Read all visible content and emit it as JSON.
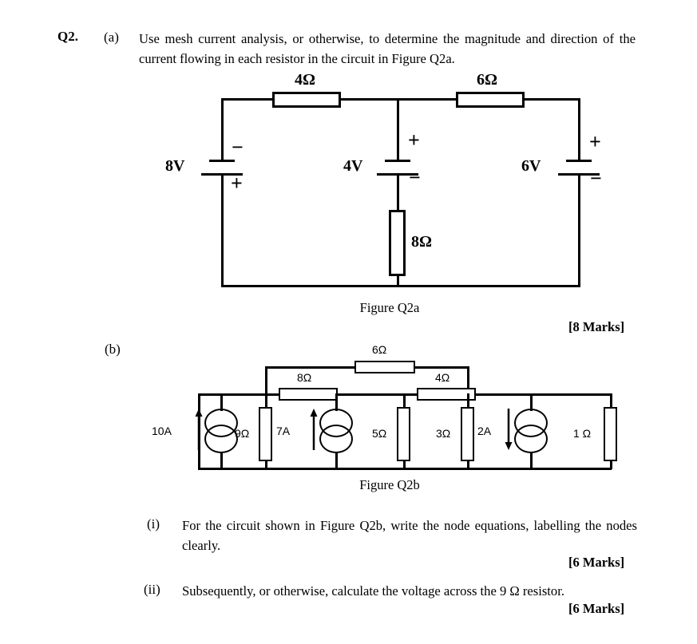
{
  "question": {
    "number": "Q2.",
    "part_a_label": "(a)",
    "part_a_text": "Use mesh current analysis, or otherwise, to determine the magnitude and direction of the current flowing in each resistor in the circuit in Figure Q2a.",
    "part_a_marks": "[8 Marks]",
    "part_b_label": "(b)",
    "part_b_i_label": "(i)",
    "part_b_i_text": "For the circuit shown in Figure Q2b, write the node equations, labelling the nodes clearly.",
    "part_b_i_marks": "[6 Marks]",
    "part_b_ii_label": "(ii)",
    "part_b_ii_text": "Subsequently, or otherwise, calculate the voltage across the 9 Ω resistor.",
    "part_b_ii_marks": "[6 Marks]"
  },
  "figure_a": {
    "caption": "Figure Q2a",
    "sources": [
      {
        "name": "8V",
        "label": "8V",
        "top_sign": "−",
        "bottom_sign": "+"
      },
      {
        "name": "4V",
        "label": "4V",
        "top_sign": "+",
        "bottom_sign": "−"
      },
      {
        "name": "6V",
        "label": "6V",
        "top_sign": "+",
        "bottom_sign": "−"
      }
    ],
    "resistors": [
      {
        "name": "R4",
        "label": "4Ω",
        "orientation": "horizontal"
      },
      {
        "name": "R6",
        "label": "6Ω",
        "orientation": "horizontal"
      },
      {
        "name": "R8",
        "label": "8Ω",
        "orientation": "vertical"
      }
    ]
  },
  "figure_b": {
    "caption": "Figure Q2b",
    "current_sources": [
      {
        "name": "I10",
        "label": "10A",
        "direction": "up"
      },
      {
        "name": "I7",
        "label": "7A",
        "direction": "up"
      },
      {
        "name": "I2",
        "label": "2A",
        "direction": "down"
      }
    ],
    "resistors": [
      {
        "name": "R6top",
        "label": "6Ω",
        "orientation": "horizontal"
      },
      {
        "name": "R8",
        "label": "8Ω",
        "orientation": "horizontal"
      },
      {
        "name": "R4",
        "label": "4Ω",
        "orientation": "horizontal"
      },
      {
        "name": "R9",
        "label": "9Ω",
        "orientation": "vertical"
      },
      {
        "name": "R5",
        "label": "5Ω",
        "orientation": "vertical"
      },
      {
        "name": "R3",
        "label": "3Ω",
        "orientation": "vertical"
      },
      {
        "name": "R1",
        "label": "1 Ω",
        "orientation": "vertical"
      }
    ]
  },
  "colors": {
    "ink": "#000000",
    "paper": "#ffffff"
  }
}
